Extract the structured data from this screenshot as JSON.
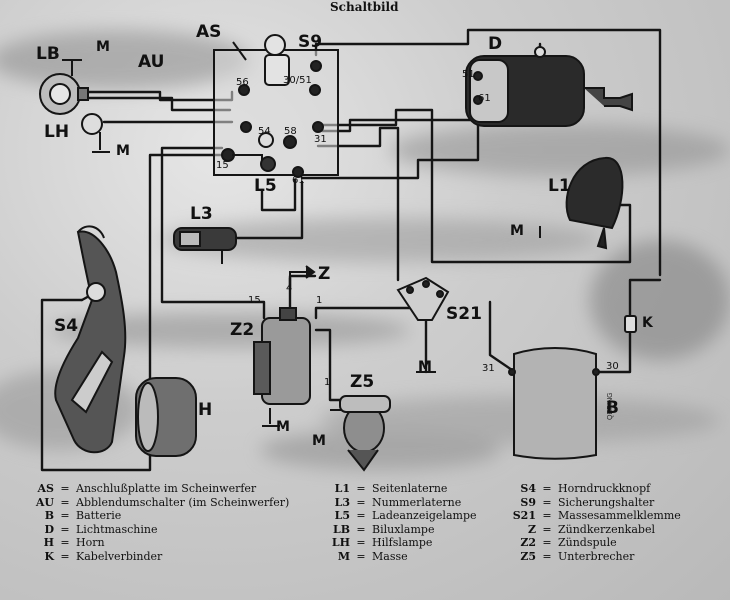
{
  "title": "Schaltbild",
  "labels": {
    "as": "AS",
    "s9": "S9",
    "d": "D",
    "lb": "LB",
    "m": "M",
    "au": "AU",
    "lh": "LH",
    "t56": "56",
    "t3051": "30/51",
    "t54": "54",
    "t58": "58",
    "t31a": "31",
    "t15a": "15",
    "t61a": "61",
    "l5": "L5",
    "t51": "51",
    "t61b": "61",
    "l1": "L1",
    "m_l1": "M",
    "l3": "L3",
    "z": "Z",
    "t15b": "15",
    "t4": "4",
    "t1a": "1",
    "s21": "S21",
    "z2": "Z2",
    "s4": "S4",
    "m_s21": "M",
    "t31b": "31",
    "t30": "30",
    "k": "K",
    "t1b": "1",
    "z5": "Z5",
    "h": "H",
    "m_z2": "M",
    "m_z5": "M",
    "b": "B",
    "maker": "QERING"
  },
  "legend": [
    [
      {
        "code": "AS",
        "text": "Anschlußplatte im Scheinwerfer"
      },
      {
        "code": "AU",
        "text": "Abblendumschalter (im Scheinwerfer)"
      },
      {
        "code": "B",
        "text": "Batterie"
      },
      {
        "code": "D",
        "text": "Lichtmaschine"
      },
      {
        "code": "H",
        "text": "Horn"
      },
      {
        "code": "K",
        "text": "Kabelverbinder"
      }
    ],
    [
      {
        "code": "L1",
        "text": "Seitenlaterne"
      },
      {
        "code": "L3",
        "text": "Nummerlaterne"
      },
      {
        "code": "L5",
        "text": "Ladeanzeigelampe"
      },
      {
        "code": "LB",
        "text": "Biluxlampe"
      },
      {
        "code": "LH",
        "text": "Hilfslampe"
      },
      {
        "code": "M",
        "text": "Masse"
      }
    ],
    [
      {
        "code": "S4",
        "text": "Horndruckknopf"
      },
      {
        "code": "S9",
        "text": "Sicherungshalter"
      },
      {
        "code": "S21",
        "text": "Massesammelklemme"
      },
      {
        "code": "Z",
        "text": "Zündkerzenkabel"
      },
      {
        "code": "Z2",
        "text": "Zündspule"
      },
      {
        "code": "Z5",
        "text": "Unterbrecher"
      }
    ]
  ]
}
